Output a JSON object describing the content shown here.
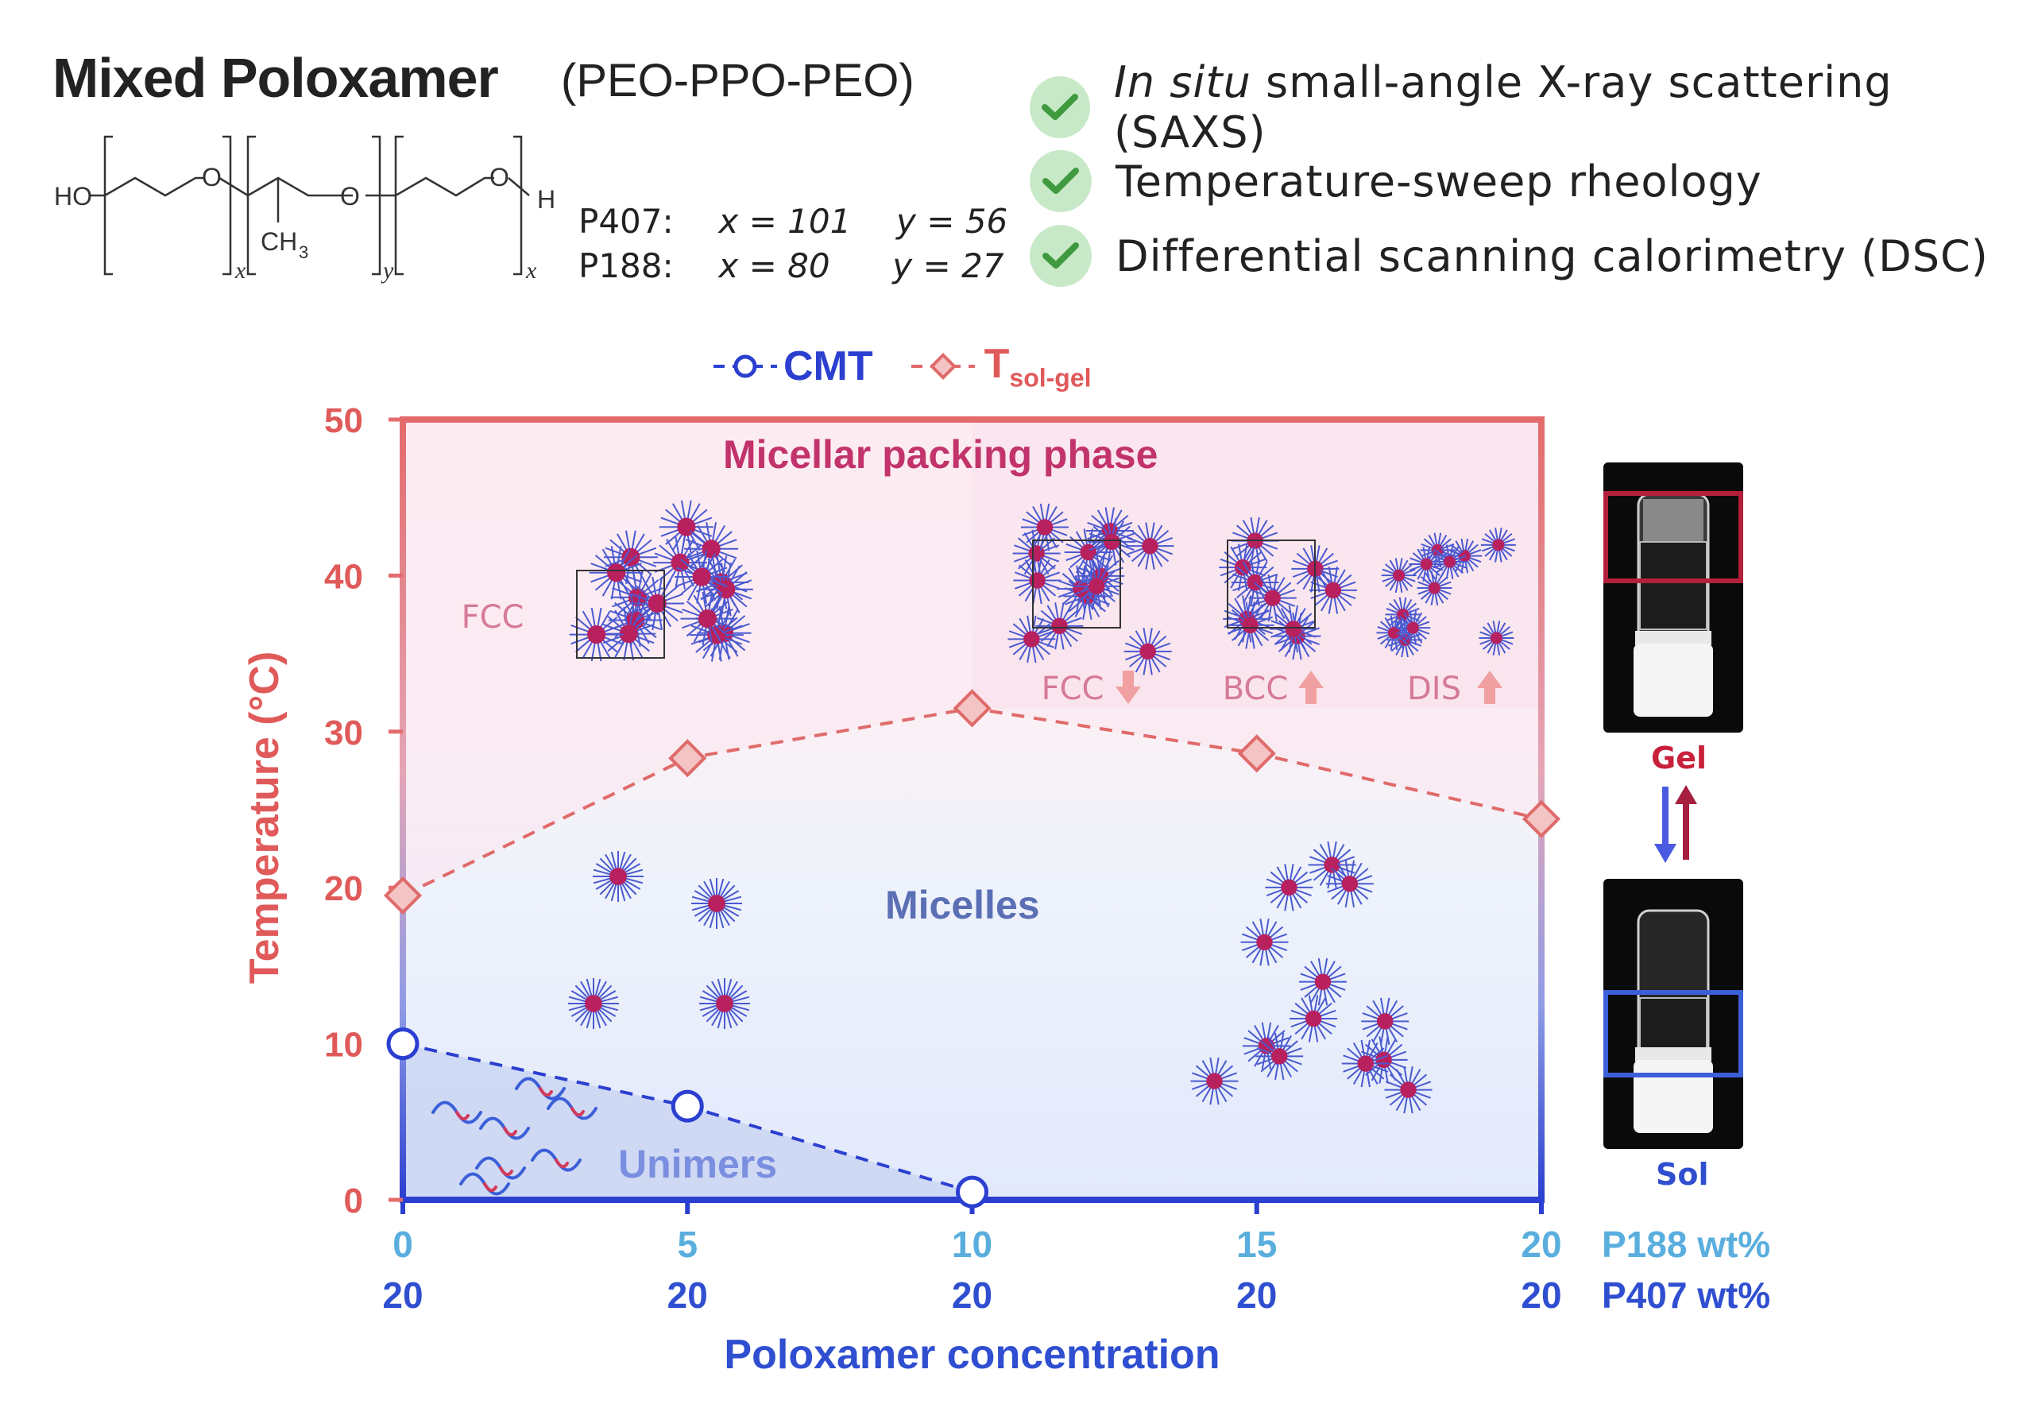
{
  "header": {
    "title": "Mixed Poloxamer",
    "subtitle": "(PEO-PPO-PEO)",
    "structure_labels": {
      "ho": "HO",
      "o": "O",
      "h": "H",
      "ch3": "CH",
      "ch3_sub": "3",
      "x": "x",
      "y": "y"
    },
    "params": [
      {
        "name": "P407:",
        "x": "x = 101",
        "y": "y = 56"
      },
      {
        "name": "P188:",
        "x": "x = 80",
        "y": "y = 27"
      }
    ],
    "methods": [
      {
        "italic": "In situ",
        "text": " small-angle X-ray scattering (SAXS)"
      },
      {
        "italic": "",
        "text": "Temperature-sweep rheology"
      },
      {
        "italic": "",
        "text": "Differential scanning calorimetry (DSC)"
      }
    ]
  },
  "colors": {
    "cmt": "#2b3fd0",
    "tsolgel": "#e06a6a",
    "red_axis": "#e05a5a",
    "phase_title": "#c2336b",
    "micelles": "#5b6fb5",
    "unimers": "#7b8fe0",
    "p188": "#5aaede",
    "p407": "#2f4fd0",
    "gel": "#c8203a",
    "sol": "#2f4fd0",
    "check": "#4aa64a"
  },
  "chart_data": {
    "type": "line",
    "legend": [
      {
        "name": "CMT",
        "sub": ""
      },
      {
        "name": "T",
        "sub": "sol-gel"
      }
    ],
    "series": [
      {
        "name": "CMT",
        "x": [
          0,
          5,
          10
        ],
        "y": [
          10,
          6,
          0.5
        ],
        "marker": "circle"
      },
      {
        "name": "Tsol-gel",
        "x": [
          0,
          5,
          10,
          15,
          20
        ],
        "y": [
          19.5,
          28.3,
          31.5,
          28.6,
          24.4
        ],
        "marker": "diamond"
      }
    ],
    "xlim": [
      0,
      20
    ],
    "ylim": [
      0,
      50
    ],
    "yticks": [
      "0",
      "10",
      "20",
      "30",
      "40",
      "50"
    ],
    "ylabel": "Temperature (°C)",
    "xlabel": "Poloxamer concentration",
    "x_tick_rows": [
      {
        "label": "P188 wt%",
        "values": [
          "0",
          "5",
          "10",
          "15",
          "20"
        ]
      },
      {
        "label": "P407 wt%",
        "values": [
          "20",
          "20",
          "20",
          "20",
          "20"
        ]
      }
    ],
    "regions": {
      "top": "Micellar packing phase",
      "middle": "Micelles",
      "bottom": "Unimers"
    },
    "structure_labels": {
      "fcc_left": "FCC",
      "fcc": "FCC",
      "bcc": "BCC",
      "dis": "DIS"
    },
    "trends": {
      "fcc": "down",
      "bcc": "up",
      "dis": "up"
    }
  },
  "vials": {
    "gel_label": "Gel",
    "sol_label": "Sol"
  }
}
